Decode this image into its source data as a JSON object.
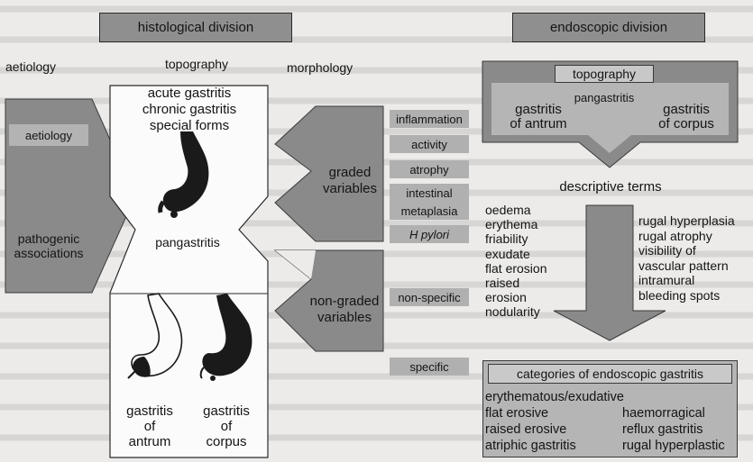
{
  "histological": {
    "title": "histological division",
    "aetiology_heading": "aetiology",
    "topography_heading": "topography",
    "morphology_heading": "morphology",
    "aetiology_box": "aetiology",
    "pathogenic_associations": [
      "pathogenic",
      "associations"
    ],
    "topography_forms": [
      "acute gastritis",
      "chronic gastritis",
      "special forms"
    ],
    "pangastritis": "pangastritis",
    "gastritis_antrum": [
      "gastritis",
      "of",
      "antrum"
    ],
    "gastritis_corpus": [
      "gastritis",
      "of",
      "corpus"
    ],
    "graded_variables": [
      "graded",
      "variables"
    ],
    "non_graded_variables": [
      "non-graded",
      "variables"
    ],
    "graded_items": [
      "inflammation",
      "activity",
      "atrophy",
      "intestinal",
      "metaplasia",
      "H pylori"
    ],
    "non_specific": "non-specific",
    "specific": "specific"
  },
  "endoscopic": {
    "title": "endoscopic division",
    "topography": "topography",
    "pangastritis": "pangastritis",
    "gastritis_antrum": [
      "gastritis",
      "of antrum"
    ],
    "gastritis_corpus": [
      "gastritis",
      "of corpus"
    ],
    "descriptive_terms": "descriptive terms",
    "terms_left": [
      "oedema",
      "erythema",
      "friability",
      "exudate",
      "flat erosion",
      "raised",
      "erosion",
      "nodularity"
    ],
    "terms_right": [
      "rugal hyperplasia",
      "rugal atrophy",
      "visibility of",
      "vascular pattern",
      "intramural",
      "bleeding spots"
    ],
    "categories_title": "categories of endoscopic gastritis",
    "categories_left": [
      "erythematous/exudative",
      "flat erosive",
      "raised erosive",
      "atriphic gastritis"
    ],
    "categories_right": [
      "haemorragical",
      "reflux gastritis",
      "rugal hyperplastic"
    ]
  },
  "colors": {
    "dark_gray": "#8a8a8a",
    "light_gray": "#b5b5b5",
    "stomach": "#1a1a1a"
  }
}
